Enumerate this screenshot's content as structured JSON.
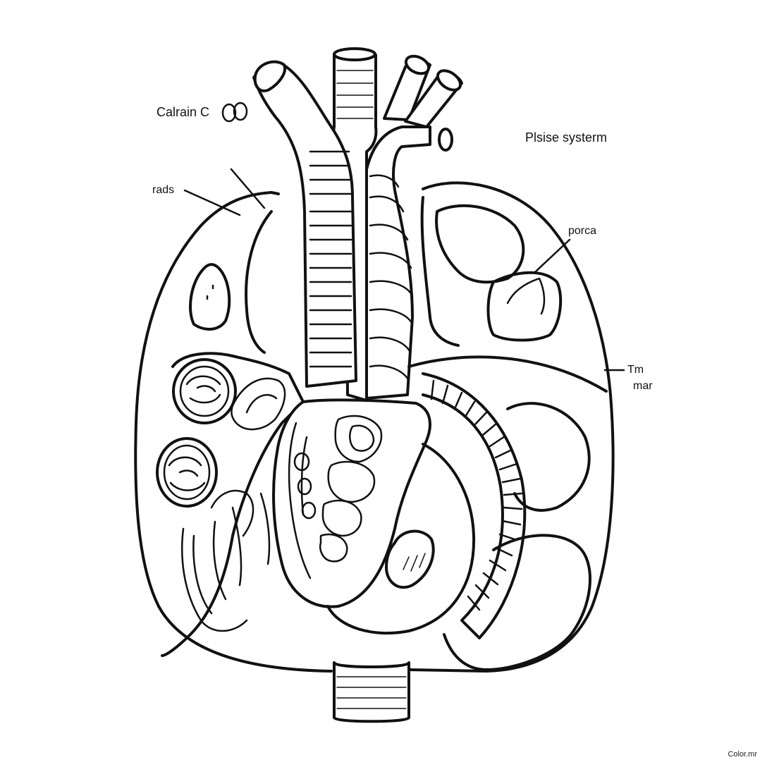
{
  "labels": {
    "top_left": "Calrain C",
    "top_right": "Plsise systerm",
    "left": "rads",
    "right_upper": "porca",
    "right_lower_line1": "Tm",
    "right_lower_line2": "mar"
  },
  "credit": "Color.mr"
}
